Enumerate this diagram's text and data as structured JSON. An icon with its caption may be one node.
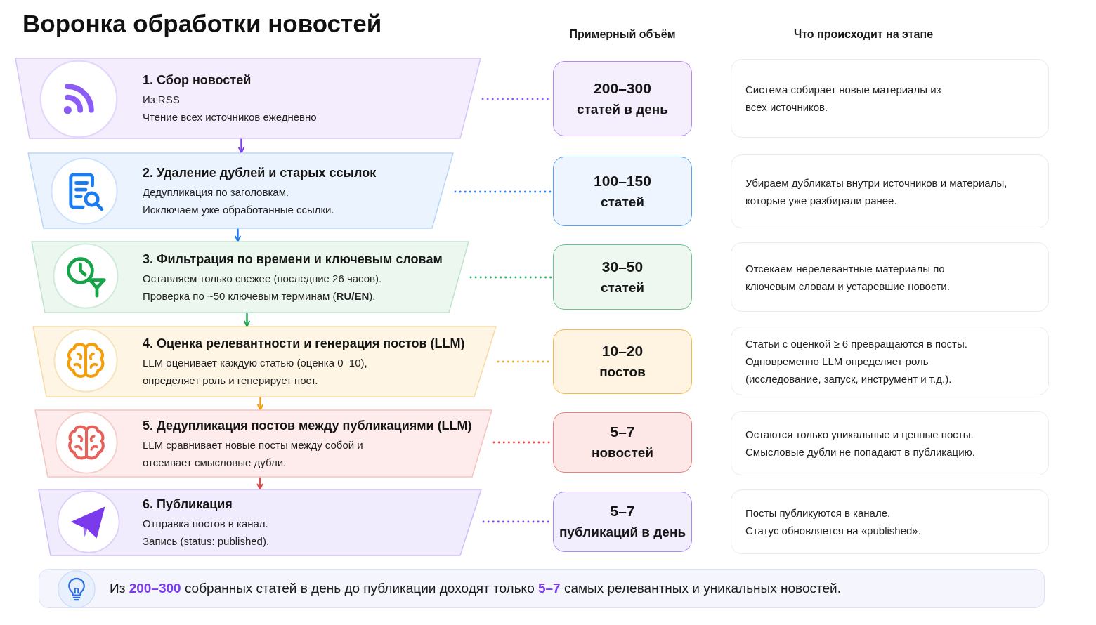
{
  "diagram": {
    "title": "Воронка обработки новостей",
    "nodes": [
      {
        "text": [
          "1. Сбор новостей",
          "Из RSS",
          "Чтение всех источников ежедневно"
        ]
      },
      {
        "text": [
          "200–300",
          "статей в день"
        ]
      },
      {
        "text": [
          "Система собирает новые материалы из всех источников."
        ]
      },
      {
        "text": [
          "2. Удаление дублей и старых ссылок",
          "Дедупликация по заголовкам.",
          "Исключаем уже обработанные ссылки."
        ]
      },
      {
        "text": [
          "100–150",
          "статей"
        ]
      },
      {
        "text": [
          "Убираем дубликаты внутри источников и материалы, которые уже разбирали ранее."
        ]
      },
      {
        "text": [
          "3. Фильтрация по времени и ключевым словам",
          "Оставляем только свежее (последние 26 часов).",
          "Проверка по ~50 ключевым терминам (**RU/EN**)."
        ]
      },
      {
        "text": [
          "30–50",
          "статей"
        ]
      },
      {
        "text": [
          "Отсекаем нерелевантные материалы по ключевым словам и устаревшие новости."
        ]
      },
      {
        "text": [
          "4. Оценка релевантности и генерация постов (LLM)",
          "LLM оценивает каждую статью (оценка 0–10), определяет роль и генерирует пост."
        ]
      },
      {
        "text": [
          "10–20",
          "постов"
        ]
      },
      {
        "text": [
          "Статьи с оценкой ≥ 6 превращаются в посты.",
          "Одновременно LLM определяет роль (исследование, запуск, инструмент и т.д.)."
        ]
      },
      {
        "text": [
          "5. Дедупликация постов между публикациями (LLM)",
          "LLM сравнивает новые посты между собой и отсеивает смысловые дубли."
        ]
      },
      {
        "text": [
          "5–7",
          "новостей"
        ]
      },
      {
        "text": [
          "Остаются только уникальные и ценные посты.",
          "Смысловые дубли не попадают в публикацию."
        ]
      },
      {
        "text": [
          "6. Публикация",
          "Отправка постов в канал.",
          "Запись (status: published)."
        ]
      },
      {
        "text": [
          "5–7",
          "публикаций в день"
        ]
      },
      {
        "text": [
          "Посты публикуются в канале.",
          "Статус обновляется на «published»."
        ]
      },
      {
        "text": [
          "Из **200–300** собранных статей в день до публикации доходят только **5–7** самых релевантных и уникальных новостей."
        ]
      }
    ],
    "edges": [
      {
        "from": 0,
        "to": 1,
        "arrow": "none",
        "style": "dashed",
        "color": "#8b5cf6"
      },
      {
        "from": 0,
        "to": 3,
        "arrow": "to",
        "color": "#7c3aed"
      },
      {
        "from": 3,
        "to": 4,
        "arrow": "none",
        "style": "dashed",
        "color": "#2f86f2"
      },
      {
        "from": 3,
        "to": 6,
        "arrow": "to",
        "color": "#1d7bf0"
      },
      {
        "from": 6,
        "to": 7,
        "arrow": "none",
        "style": "dashed",
        "color": "#22b45e"
      },
      {
        "from": 6,
        "to": 9,
        "arrow": "to",
        "color": "#16a34a"
      },
      {
        "from": 9,
        "to": 10,
        "arrow": "none",
        "style": "dashed",
        "color": "#f5a524"
      },
      {
        "from": 9,
        "to": 12,
        "arrow": "to",
        "color": "#f59e0b"
      },
      {
        "from": 12,
        "to": 13,
        "arrow": "none",
        "style": "dashed",
        "color": "#ef4444"
      },
      {
        "from": 12,
        "to": 15,
        "arrow": "to",
        "color": "#e5484d"
      },
      {
        "from": 15,
        "to": 16,
        "arrow": "none",
        "style": "dashed",
        "color": "#7c3aed"
      }
    ],
    "labels": [
      "Примерный объём",
      "Что происходит на этапе"
    ]
  }
}
